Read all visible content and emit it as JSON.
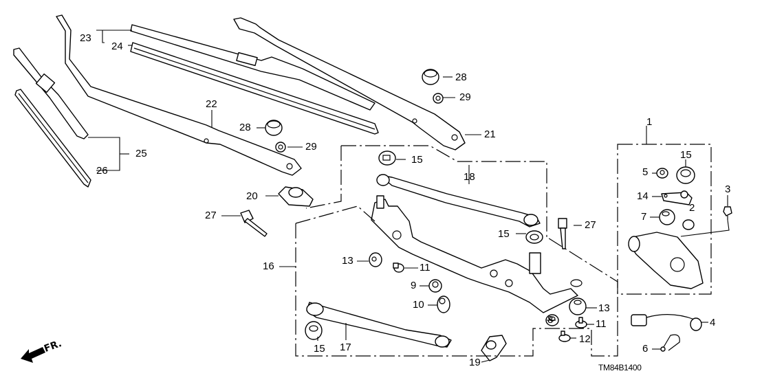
{
  "diagram": {
    "title": "Windshield wiper assembly exploded view",
    "drawing_code": "TM84B1400",
    "direction_marker": "FR.",
    "callouts": [
      {
        "id": "c1",
        "num": "1",
        "part": "wiper-motor-assembly"
      },
      {
        "id": "c2",
        "num": "2",
        "part": "cap"
      },
      {
        "id": "c3",
        "num": "3",
        "part": "motor-bolt"
      },
      {
        "id": "c4",
        "num": "4",
        "part": "motor-sub-harness"
      },
      {
        "id": "c5",
        "num": "5",
        "part": "nut"
      },
      {
        "id": "c6",
        "num": "6",
        "part": "clamp"
      },
      {
        "id": "c7",
        "num": "7",
        "part": "bushing"
      },
      {
        "id": "c8",
        "num": "8",
        "part": "bushing"
      },
      {
        "id": "c9",
        "num": "9",
        "part": "bushing"
      },
      {
        "id": "c10",
        "num": "10",
        "part": "bushing"
      },
      {
        "id": "c11a",
        "num": "11",
        "part": "collar"
      },
      {
        "id": "c11b",
        "num": "11",
        "part": "collar"
      },
      {
        "id": "c12",
        "num": "12",
        "part": "collar"
      },
      {
        "id": "c13a",
        "num": "13",
        "part": "rubber-mount"
      },
      {
        "id": "c13b",
        "num": "13",
        "part": "rubber-mount"
      },
      {
        "id": "c14",
        "num": "14",
        "part": "motor-crank-arm"
      },
      {
        "id": "c15a",
        "num": "15",
        "part": "pivot-cap"
      },
      {
        "id": "c15b",
        "num": "15",
        "part": "pivot-cap"
      },
      {
        "id": "c15c",
        "num": "15",
        "part": "pivot-cap"
      },
      {
        "id": "c15d",
        "num": "15",
        "part": "pivot-cap"
      },
      {
        "id": "c16",
        "num": "16",
        "part": "wiper-link-assembly"
      },
      {
        "id": "c17",
        "num": "17",
        "part": "link-rod"
      },
      {
        "id": "c18",
        "num": "18",
        "part": "link-rod"
      },
      {
        "id": "c19",
        "num": "19",
        "part": "pivot-cover"
      },
      {
        "id": "c20",
        "num": "20",
        "part": "pivot-cover"
      },
      {
        "id": "c21",
        "num": "21",
        "part": "passenger-wiper-arm"
      },
      {
        "id": "c22",
        "num": "22",
        "part": "driver-wiper-arm"
      },
      {
        "id": "c23",
        "num": "23",
        "part": "wiper-blade"
      },
      {
        "id": "c24",
        "num": "24",
        "part": "blade-rubber"
      },
      {
        "id": "c25",
        "num": "25",
        "part": "wiper-blade"
      },
      {
        "id": "c26",
        "num": "26",
        "part": "blade-rubber"
      },
      {
        "id": "c27a",
        "num": "27",
        "part": "flange-bolt"
      },
      {
        "id": "c27b",
        "num": "27",
        "part": "flange-bolt"
      },
      {
        "id": "c28a",
        "num": "28",
        "part": "arm-cap"
      },
      {
        "id": "c28b",
        "num": "28",
        "part": "arm-cap"
      },
      {
        "id": "c29a",
        "num": "29",
        "part": "flange-nut"
      },
      {
        "id": "c29b",
        "num": "29",
        "part": "flange-nut"
      }
    ]
  }
}
